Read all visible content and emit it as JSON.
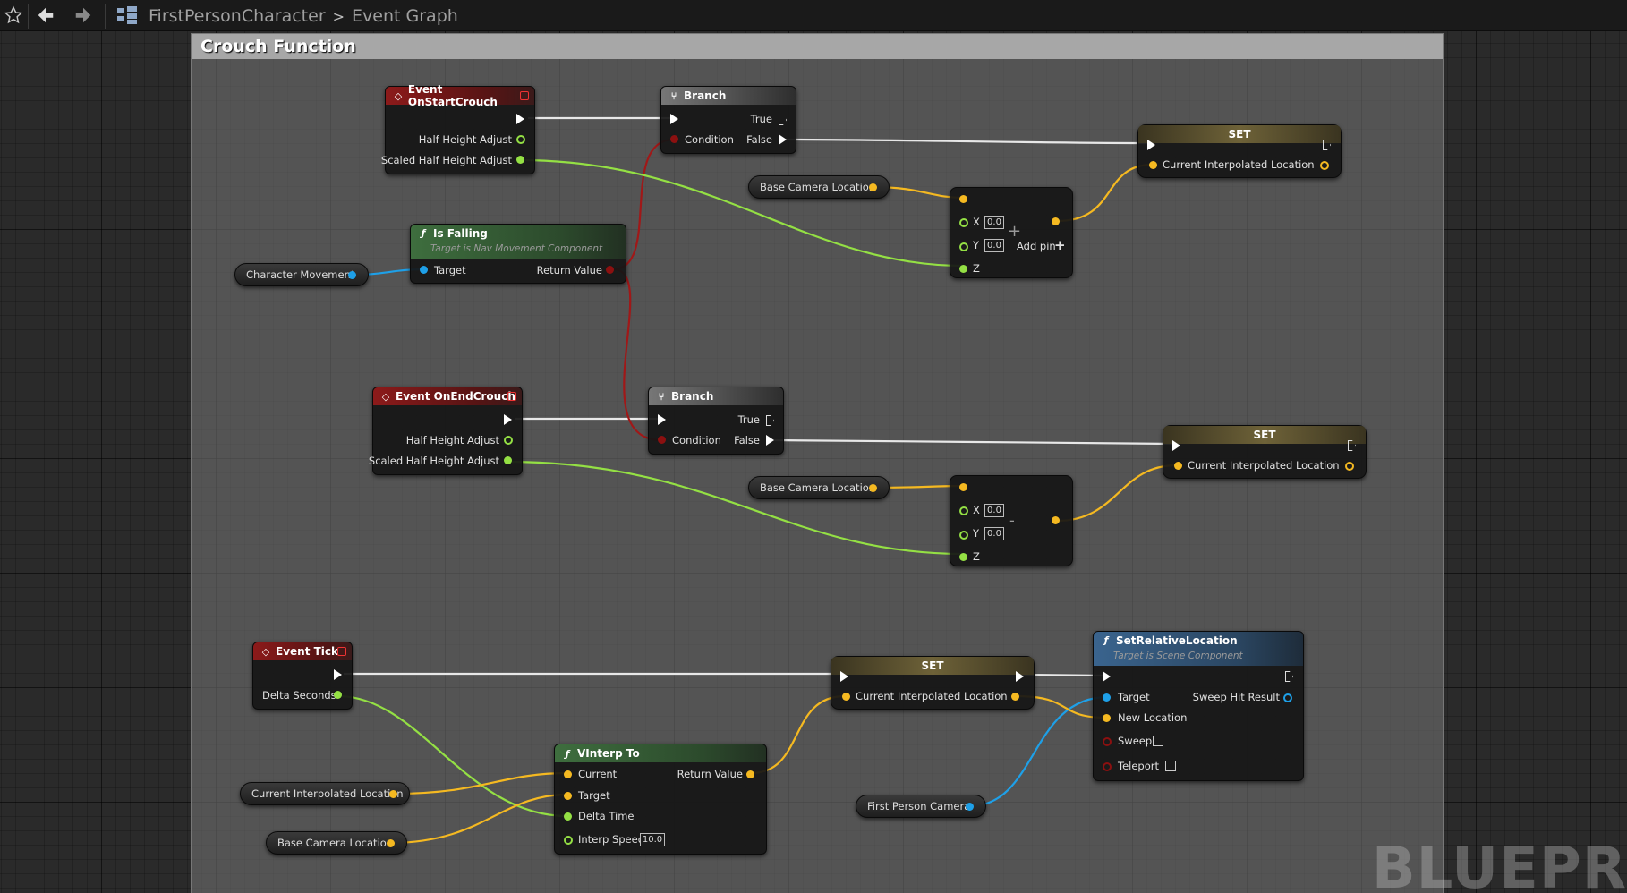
{
  "toolbar": {
    "breadcrumb_item_1": "FirstPersonCharacter",
    "breadcrumb_separator": ">",
    "breadcrumb_item_2": "Event Graph"
  },
  "comment": {
    "title": "Crouch Function"
  },
  "nodes": {
    "start_crouch": {
      "title": "Event OnStartCrouch",
      "pin1": "Half Height Adjust",
      "pin2": "Scaled Half Height Adjust"
    },
    "branch1": {
      "title": "Branch",
      "cond": "Condition",
      "true": "True",
      "false": "False"
    },
    "is_falling": {
      "title": "Is Falling",
      "subtitle": "Target is Nav Movement Component",
      "target": "Target",
      "ret": "Return Value"
    },
    "char_movement": {
      "label": "Character Movement"
    },
    "base_cam_1": {
      "label": "Base Camera Location"
    },
    "make_vec_add": {
      "x_label": "X",
      "x_val": "0.0",
      "y_label": "Y",
      "y_val": "0.0",
      "z_label": "Z",
      "op": "+",
      "add_pin": "Add pin"
    },
    "set1": {
      "title": "SET",
      "pin": "Current Interpolated Location"
    },
    "end_crouch": {
      "title": "Event OnEndCrouch",
      "pin1": "Half Height Adjust",
      "pin2": "Scaled Half Height Adjust"
    },
    "branch2": {
      "title": "Branch",
      "cond": "Condition",
      "true": "True",
      "false": "False"
    },
    "base_cam_2": {
      "label": "Base Camera Location"
    },
    "make_vec_sub": {
      "x_label": "X",
      "x_val": "0.0",
      "y_label": "Y",
      "y_val": "0.0",
      "z_label": "Z",
      "op": "-"
    },
    "set2": {
      "title": "SET",
      "pin": "Current Interpolated Location"
    },
    "event_tick": {
      "title": "Event Tick",
      "pin": "Delta Seconds"
    },
    "set3": {
      "title": "SET",
      "pin": "Current Interpolated Location"
    },
    "set_rel": {
      "title": "SetRelativeLocation",
      "subtitle": "Target is Scene Component",
      "target": "Target",
      "new_loc": "New Location",
      "sweep": "Sweep",
      "teleport": "Teleport",
      "sweep_hit": "Sweep Hit Result"
    },
    "vinterp": {
      "title": "VInterp To",
      "current": "Current",
      "target": "Target",
      "delta": "Delta Time",
      "speed": "Interp Speed",
      "speed_val": "10.0",
      "ret": "Return Value"
    },
    "cur_interp_var": {
      "label": "Current Interpolated Location"
    },
    "base_cam_3": {
      "label": "Base Camera Location"
    },
    "fp_camera": {
      "label": "First Person Camera"
    }
  },
  "watermark": "BLUEPR",
  "colors": {
    "exec": "#ffffff",
    "vector": "#f5b921",
    "float": "#94e044",
    "bool": "#8c1010",
    "object": "#1ea0e8"
  }
}
